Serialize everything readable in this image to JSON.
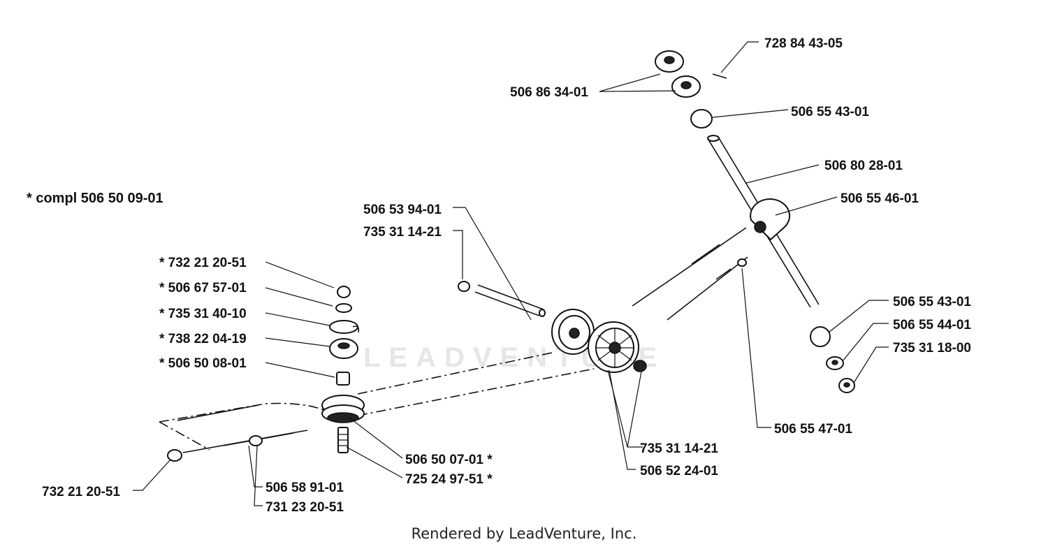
{
  "note": "* compl 506 50 09-01",
  "labels": {
    "l_728_84_43_05": "728 84 43-05",
    "l_506_86_34_01": "506 86 34-01",
    "l_506_55_43_01_top": "506 55 43-01",
    "l_506_80_28_01": "506 80 28-01",
    "l_506_55_46_01": "506 55 46-01",
    "l_506_53_94_01": "506 53 94-01",
    "l_735_31_14_21_top": "735 31 14-21",
    "l_732_21_20_51_star": "* 732 21 20-51",
    "l_506_67_57_01": "* 506 67 57-01",
    "l_735_31_40_10": "* 735 31 40-10",
    "l_738_22_04_19": "* 738 22 04-19",
    "l_506_50_08_01": "* 506 50 08-01",
    "l_506_55_43_01_right": "506 55 43-01",
    "l_506_55_44_01": "506 55 44-01",
    "l_735_31_18_00": "735 31 18-00",
    "l_506_55_47_01": "506 55 47-01",
    "l_735_31_14_21_bottom": "735 31 14-21",
    "l_506_52_24_01": "506 52 24-01",
    "l_506_50_07_01": "506 50 07-01  *",
    "l_725_24_97_51": "725 24 97-51  *",
    "l_506_58_91_01": "506 58 91-01",
    "l_731_23_20_51": "731 23 20-51",
    "l_732_21_20_51_bottom": "732 21 20-51"
  },
  "footer": "Rendered by LeadVenture, Inc.",
  "watermark": "LEADVENTURE"
}
